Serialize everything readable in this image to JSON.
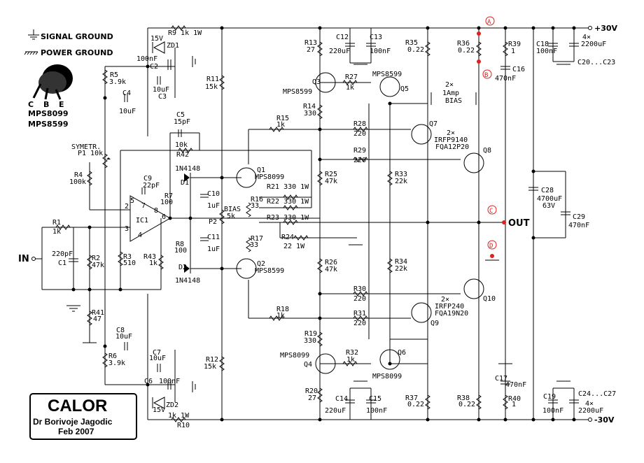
{
  "title_box": {
    "title": "CALOR",
    "author": "Dr Borivoje Jagodic",
    "date": "Feb  2007"
  },
  "legend": {
    "signal_ground": "SIGNAL GROUND",
    "power_ground": "POWER GROUND",
    "pinout": [
      "C",
      "B",
      "E"
    ],
    "part1": "MPS8099",
    "part2": "MPS8599"
  },
  "rails": {
    "positive": "+30V",
    "negative": "-30V"
  },
  "io": {
    "input": "IN",
    "output": "OUT"
  },
  "test_points": [
    "A",
    "B",
    "C",
    "D"
  ],
  "labels": [
    {
      "id": "r9",
      "text": "R9 1k 1W"
    },
    {
      "id": "zd1a",
      "text": "15V"
    },
    {
      "id": "zd1b",
      "text": "ZD1"
    },
    {
      "id": "c2a",
      "text": "100nF"
    },
    {
      "id": "c2b",
      "text": "C2"
    },
    {
      "id": "c3a",
      "text": "10uF"
    },
    {
      "id": "c3b",
      "text": "C3"
    },
    {
      "id": "r5a",
      "text": "R5"
    },
    {
      "id": "r5b",
      "text": "3.9k"
    },
    {
      "id": "c4a",
      "text": "C4"
    },
    {
      "id": "c4b",
      "text": "10uF"
    },
    {
      "id": "r11a",
      "text": "R11"
    },
    {
      "id": "r11b",
      "text": "15k"
    },
    {
      "id": "c5a",
      "text": "C5"
    },
    {
      "id": "c5b",
      "text": "15pF"
    },
    {
      "id": "r42a",
      "text": "10k"
    },
    {
      "id": "r42b",
      "text": "R42"
    },
    {
      "id": "p1a",
      "text": "SYMETR."
    },
    {
      "id": "p1b",
      "text": "P1 10k"
    },
    {
      "id": "r4a",
      "text": "R4"
    },
    {
      "id": "r4b",
      "text": "100k"
    },
    {
      "id": "c9a",
      "text": "C9"
    },
    {
      "id": "c9b",
      "text": "22pF"
    },
    {
      "id": "d1a",
      "text": "1N4148"
    },
    {
      "id": "d1b",
      "text": "D1"
    },
    {
      "id": "r7a",
      "text": "R7"
    },
    {
      "id": "r7b",
      "text": "100"
    },
    {
      "id": "c10a",
      "text": "C10"
    },
    {
      "id": "c10b",
      "text": "1uF"
    },
    {
      "id": "biasa",
      "text": "BIAS"
    },
    {
      "id": "biasb",
      "text": "5k"
    },
    {
      "id": "p2",
      "text": "P2"
    },
    {
      "id": "c11a",
      "text": "C11"
    },
    {
      "id": "c11b",
      "text": "1uF"
    },
    {
      "id": "r8a",
      "text": "R8"
    },
    {
      "id": "r8b",
      "text": "100"
    },
    {
      "id": "d2a",
      "text": "D2"
    },
    {
      "id": "d2b",
      "text": "1N4148"
    },
    {
      "id": "ic1",
      "text": "IC1"
    },
    {
      "id": "pin2",
      "text": "2"
    },
    {
      "id": "pin3",
      "text": "3"
    },
    {
      "id": "pin4",
      "text": "4"
    },
    {
      "id": "pin5",
      "text": "5"
    },
    {
      "id": "pin6",
      "text": "6"
    },
    {
      "id": "pin7",
      "text": "7"
    },
    {
      "id": "pin8",
      "text": "8"
    },
    {
      "id": "r1a",
      "text": "R1"
    },
    {
      "id": "r1b",
      "text": "1k"
    },
    {
      "id": "c1a",
      "text": "220pF"
    },
    {
      "id": "c1b",
      "text": "C1"
    },
    {
      "id": "r2a",
      "text": "R2"
    },
    {
      "id": "r2b",
      "text": "47k"
    },
    {
      "id": "r3a",
      "text": "R3"
    },
    {
      "id": "r3b",
      "text": "510"
    },
    {
      "id": "r43a",
      "text": "R43"
    },
    {
      "id": "r43b",
      "text": "1k"
    },
    {
      "id": "r41a",
      "text": "R41"
    },
    {
      "id": "r41b",
      "text": "47"
    },
    {
      "id": "c8a",
      "text": "C8"
    },
    {
      "id": "c8b",
      "text": "10uF"
    },
    {
      "id": "r6a",
      "text": "R6"
    },
    {
      "id": "r6b",
      "text": "3.9k"
    },
    {
      "id": "c7a",
      "text": "C7"
    },
    {
      "id": "c7b",
      "text": "10uF"
    },
    {
      "id": "c6a",
      "text": "C6"
    },
    {
      "id": "c6b",
      "text": "100nF"
    },
    {
      "id": "zd2a",
      "text": "ZD2"
    },
    {
      "id": "zd2b",
      "text": "15V"
    },
    {
      "id": "r10a",
      "text": "1k 1W"
    },
    {
      "id": "r10b",
      "text": "R10"
    },
    {
      "id": "r12a",
      "text": "R12"
    },
    {
      "id": "r12b",
      "text": "15k"
    },
    {
      "id": "q1a",
      "text": "Q1"
    },
    {
      "id": "q1b",
      "text": "MPS8099"
    },
    {
      "id": "q2a",
      "text": "Q2"
    },
    {
      "id": "q2b",
      "text": "MPS8599"
    },
    {
      "id": "r16a",
      "text": "R16"
    },
    {
      "id": "r16b",
      "text": "33"
    },
    {
      "id": "r17a",
      "text": "R17"
    },
    {
      "id": "r17b",
      "text": "33"
    },
    {
      "id": "r15a",
      "text": "R15"
    },
    {
      "id": "r15b",
      "text": "1k"
    },
    {
      "id": "r18a",
      "text": "R18"
    },
    {
      "id": "r18b",
      "text": "1k"
    },
    {
      "id": "r21",
      "text": "R21 330 1W"
    },
    {
      "id": "r22",
      "text": "R22 330 1W"
    },
    {
      "id": "r23",
      "text": "R23 330 1W"
    },
    {
      "id": "r24a",
      "text": "R24"
    },
    {
      "id": "r24b",
      "text": "22 1W"
    },
    {
      "id": "r13a",
      "text": "R13"
    },
    {
      "id": "r13b",
      "text": "27"
    },
    {
      "id": "q3a",
      "text": "Q3"
    },
    {
      "id": "q3b",
      "text": "MPS8599"
    },
    {
      "id": "r14a",
      "text": "R14"
    },
    {
      "id": "r14b",
      "text": "330"
    },
    {
      "id": "r27a",
      "text": "R27"
    },
    {
      "id": "r27b",
      "text": "1k"
    },
    {
      "id": "q5a",
      "text": "MPS8599"
    },
    {
      "id": "q5b",
      "text": "Q5"
    },
    {
      "id": "c12a",
      "text": "C12"
    },
    {
      "id": "c12b",
      "text": "220uF"
    },
    {
      "id": "c13a",
      "text": "C13"
    },
    {
      "id": "c13b",
      "text": "100nF"
    },
    {
      "id": "r25a",
      "text": "R25"
    },
    {
      "id": "r25b",
      "text": "47k"
    },
    {
      "id": "r26a",
      "text": "R26"
    },
    {
      "id": "r26b",
      "text": "47k"
    },
    {
      "id": "r33a",
      "text": "R33"
    },
    {
      "id": "r33b",
      "text": "22k"
    },
    {
      "id": "r34a",
      "text": "R34"
    },
    {
      "id": "r34b",
      "text": "22k"
    },
    {
      "id": "r28a",
      "text": "R28"
    },
    {
      "id": "r28b",
      "text": "220"
    },
    {
      "id": "r29a",
      "text": "R29"
    },
    {
      "id": "r29b",
      "text": "220"
    },
    {
      "id": "r30a",
      "text": "R30"
    },
    {
      "id": "r30b",
      "text": "220"
    },
    {
      "id": "r31a",
      "text": "R31"
    },
    {
      "id": "r31b",
      "text": "220"
    },
    {
      "id": "q7a",
      "text": "Q7"
    },
    {
      "id": "q7b",
      "text": "2×"
    },
    {
      "id": "q7c",
      "text": "IRFP9140"
    },
    {
      "id": "q7d",
      "text": "FQA12P20"
    },
    {
      "id": "q8",
      "text": "Q8"
    },
    {
      "id": "q9a",
      "text": "2×"
    },
    {
      "id": "q9b",
      "text": "IRFP240"
    },
    {
      "id": "q9c",
      "text": "FQA19N20"
    },
    {
      "id": "q9d",
      "text": "Q9"
    },
    {
      "id": "q10",
      "text": "Q10"
    },
    {
      "id": "r19a",
      "text": "R19"
    },
    {
      "id": "r19b",
      "text": "330"
    },
    {
      "id": "q4a",
      "text": "MPS8099"
    },
    {
      "id": "q4b",
      "text": "Q4"
    },
    {
      "id": "r32a",
      "text": "R32"
    },
    {
      "id": "r32b",
      "text": "1k"
    },
    {
      "id": "q6a",
      "text": "Q6"
    },
    {
      "id": "q6b",
      "text": "MPS8099"
    },
    {
      "id": "r20a",
      "text": "R20"
    },
    {
      "id": "r20b",
      "text": "27"
    },
    {
      "id": "c14a",
      "text": "C14"
    },
    {
      "id": "c14b",
      "text": "220uF"
    },
    {
      "id": "c15a",
      "text": "C15"
    },
    {
      "id": "c15b",
      "text": "100nF"
    },
    {
      "id": "r35a",
      "text": "R35"
    },
    {
      "id": "r35b",
      "text": "0.22"
    },
    {
      "id": "r36a",
      "text": "R36"
    },
    {
      "id": "r36b",
      "text": "0.22"
    },
    {
      "id": "r37a",
      "text": "R37"
    },
    {
      "id": "r37b",
      "text": "0.22"
    },
    {
      "id": "r38a",
      "text": "R38"
    },
    {
      "id": "r38b",
      "text": "0.22"
    },
    {
      "id": "biasn1",
      "text": "2×"
    },
    {
      "id": "biasn2",
      "text": "1Amp"
    },
    {
      "id": "biasn3",
      "text": "BIAS"
    },
    {
      "id": "r39a",
      "text": "R39"
    },
    {
      "id": "r39b",
      "text": "1"
    },
    {
      "id": "c16a",
      "text": "C16"
    },
    {
      "id": "c16b",
      "text": "470nF"
    },
    {
      "id": "r40a",
      "text": "R40"
    },
    {
      "id": "r40b",
      "text": "1"
    },
    {
      "id": "c17a",
      "text": "C17"
    },
    {
      "id": "c17b",
      "text": "470nF"
    },
    {
      "id": "c28a",
      "text": "C28"
    },
    {
      "id": "c28b",
      "text": "4700uF"
    },
    {
      "id": "c28c",
      "text": "63V"
    },
    {
      "id": "c29a",
      "text": "C29"
    },
    {
      "id": "c29b",
      "text": "470nF"
    },
    {
      "id": "c18a",
      "text": "C18"
    },
    {
      "id": "c18b",
      "text": "100nF"
    },
    {
      "id": "c20a",
      "text": "4×"
    },
    {
      "id": "c20b",
      "text": "2200uF"
    },
    {
      "id": "c20c",
      "text": "C20...C23"
    },
    {
      "id": "c19a",
      "text": "C19"
    },
    {
      "id": "c19b",
      "text": "100nF"
    },
    {
      "id": "c24a",
      "text": "C24...C27"
    },
    {
      "id": "c24b",
      "text": "4×"
    },
    {
      "id": "c24c",
      "text": "2200uF"
    }
  ]
}
